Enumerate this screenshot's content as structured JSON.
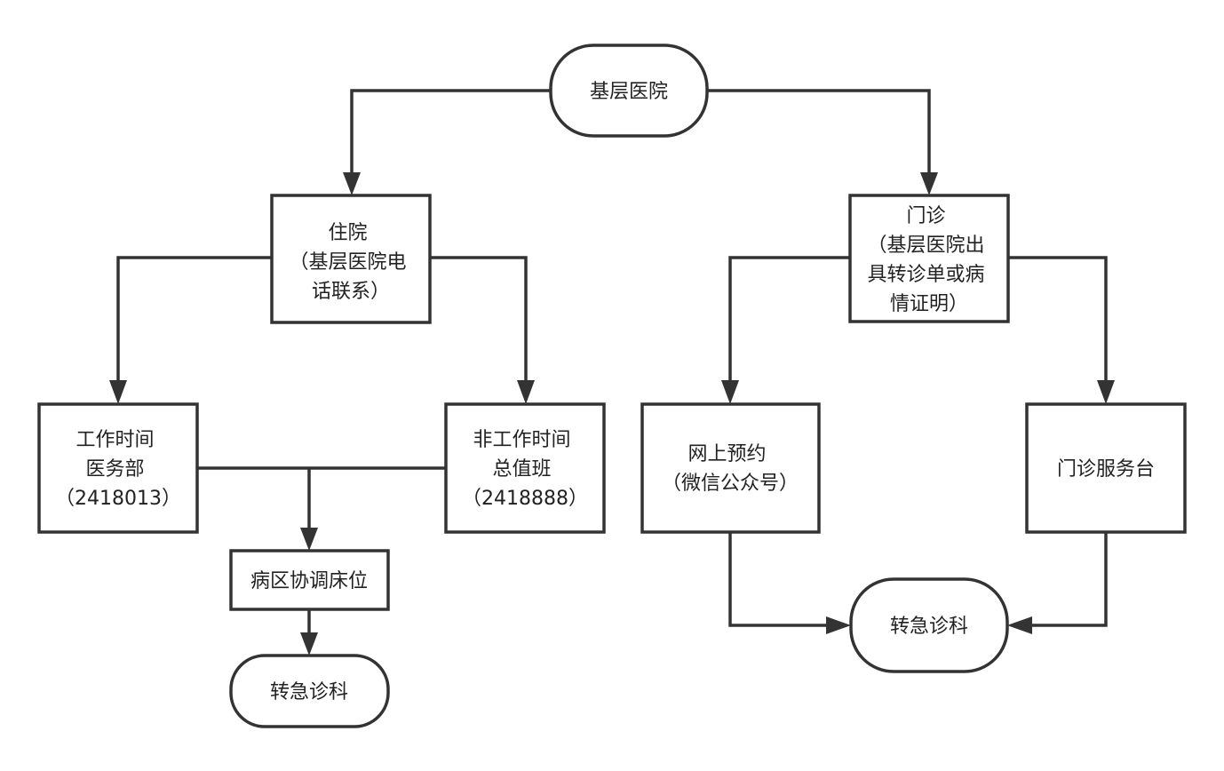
{
  "nodes": {
    "primary_hospital": {
      "lines": [
        "基层医院"
      ]
    },
    "inpatient": {
      "lines": [
        "住院",
        "（基层医院电",
        "话联系）"
      ]
    },
    "outpatient": {
      "lines": [
        "门诊",
        "（基层医院出",
        "具转诊单或病",
        "情证明）"
      ]
    },
    "work_hours": {
      "lines": [
        "工作时间",
        "医务部",
        "（2418013）"
      ]
    },
    "off_hours": {
      "lines": [
        "非工作时间",
        "总值班",
        "（2418888）"
      ]
    },
    "online_booking": {
      "lines": [
        "网上预约",
        "（微信公众号）"
      ]
    },
    "outpatient_desk": {
      "lines": [
        "门诊服务台"
      ]
    },
    "ward_coordination": {
      "lines": [
        "病区协调床位"
      ]
    },
    "referral_left": {
      "lines": [
        "转急诊科"
      ]
    },
    "referral_right": {
      "lines": [
        "转急诊科"
      ]
    }
  },
  "colors": {
    "stroke": "#333333",
    "text": "#222222",
    "fill": "#ffffff"
  }
}
